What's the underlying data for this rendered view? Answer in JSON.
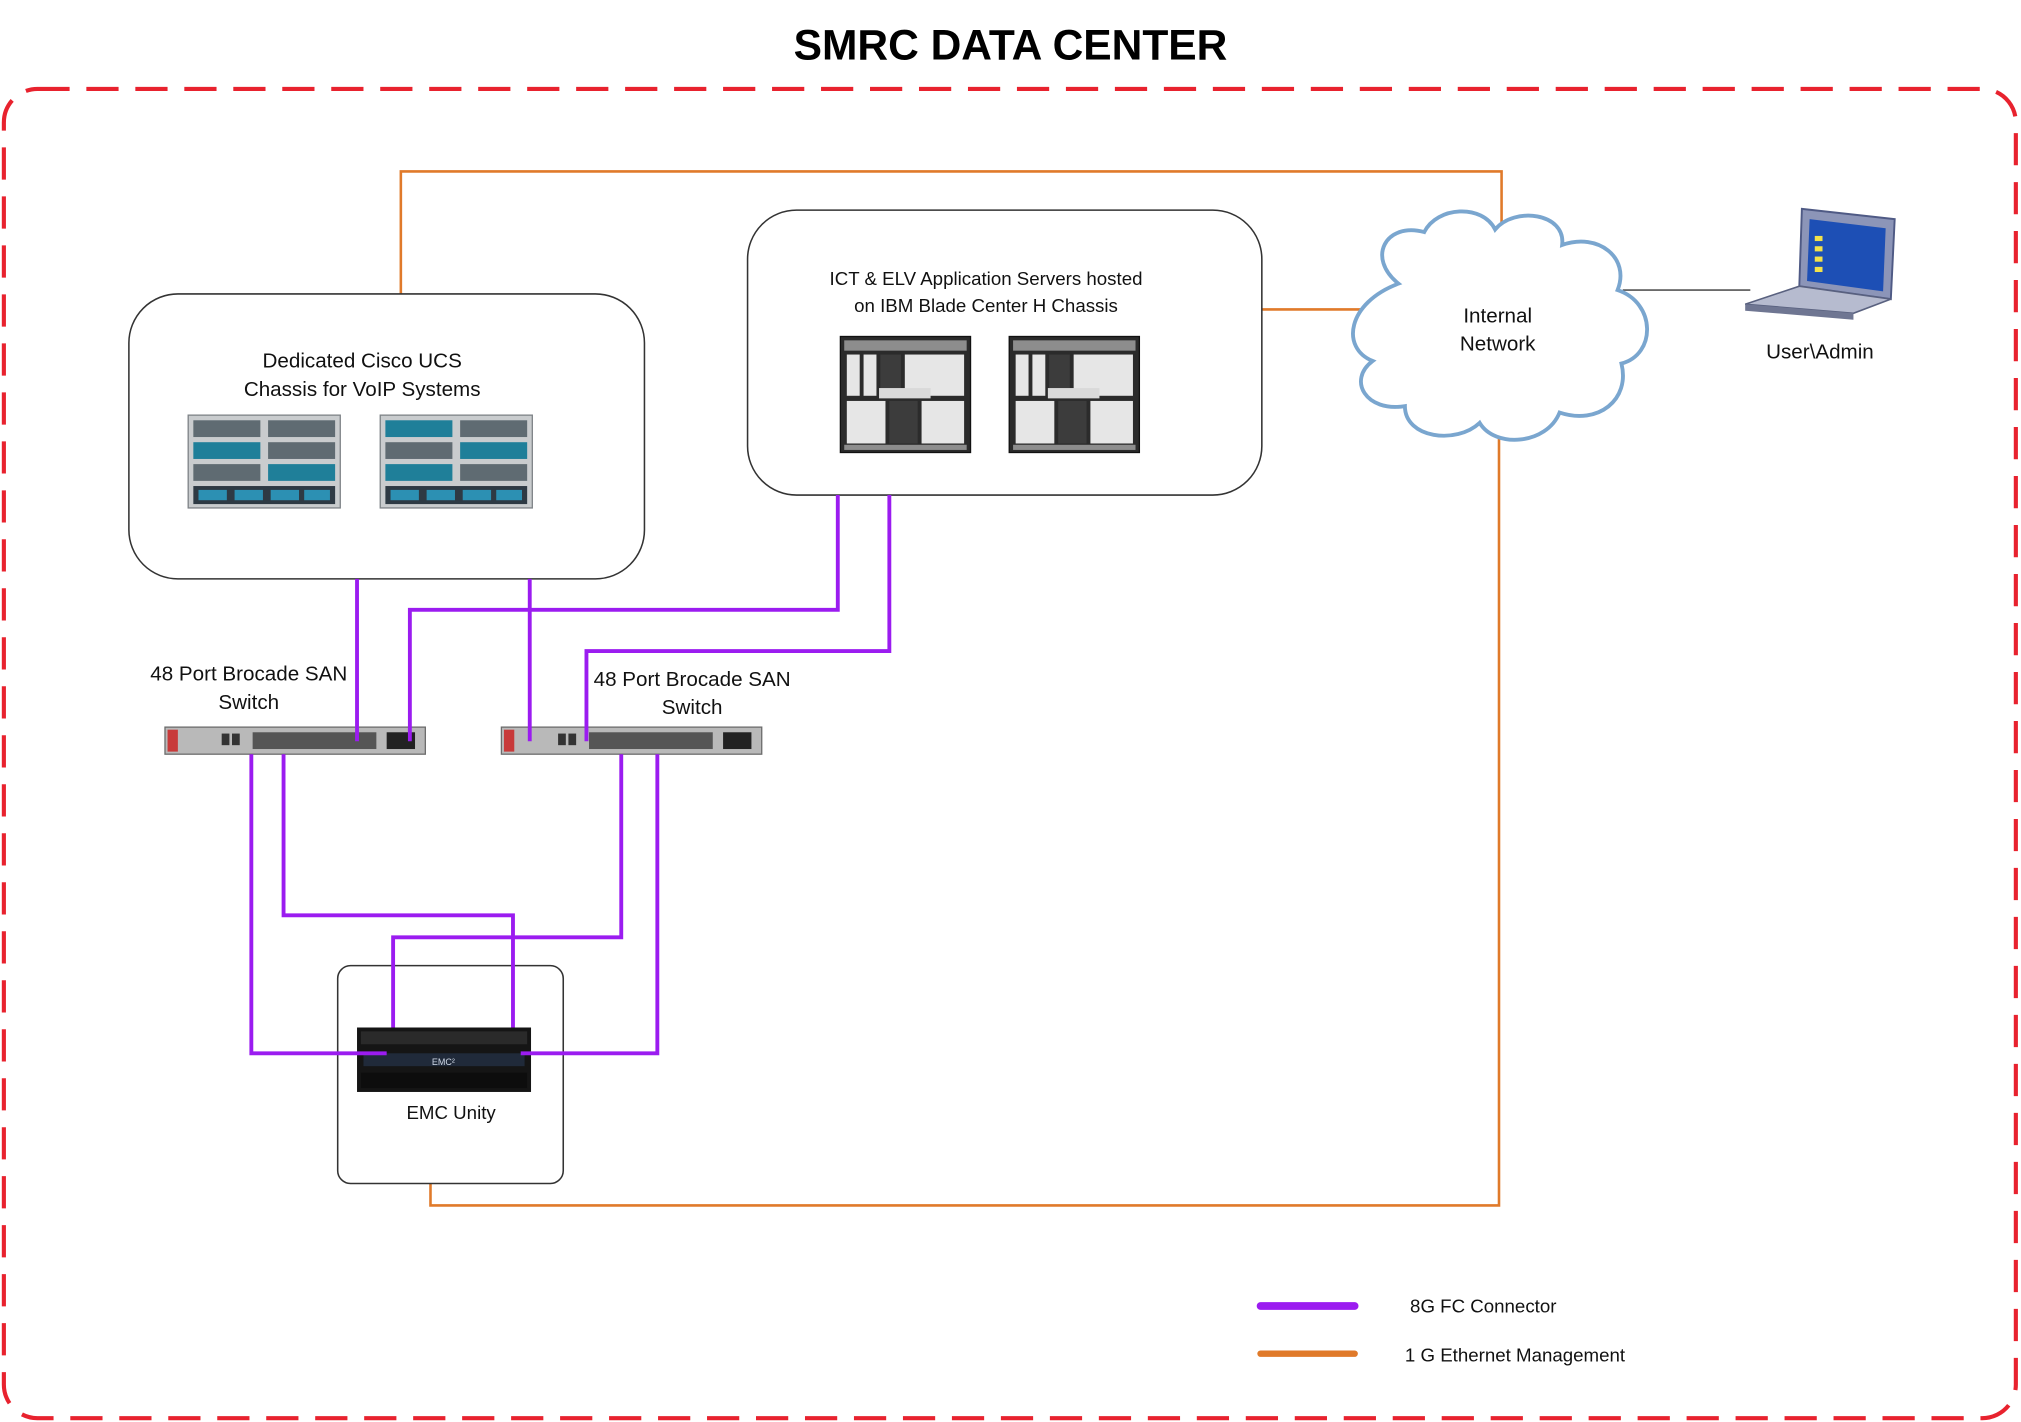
{
  "title": "SMRC DATA CENTER",
  "colors": {
    "boundary": "#e8222e",
    "fc": "#9b1cf0",
    "ethernet": "#e07a2a",
    "cloud": "#7aa6cf",
    "box_border": "#333333"
  },
  "nodes": {
    "cisco": {
      "line1": "Dedicated Cisco UCS",
      "line2": "Chassis for VoIP Systems",
      "icon": "cisco-ucs-chassis-icon"
    },
    "ibm": {
      "line1": "ICT & ELV Application Servers hosted",
      "line2": "on IBM Blade Center H Chassis",
      "icon": "ibm-blade-chassis-icon"
    },
    "network": {
      "line1": "Internal",
      "line2": "Network",
      "icon": "cloud-icon"
    },
    "user": {
      "label": "User\\Admin",
      "icon": "laptop-icon"
    },
    "san1": {
      "line1": "48 Port Brocade SAN",
      "line2": "Switch",
      "icon": "san-switch-icon"
    },
    "san2": {
      "line1": "48 Port Brocade SAN",
      "line2": "Switch",
      "icon": "san-switch-icon"
    },
    "storage": {
      "label": "EMC Unity",
      "icon": "emc-unity-array-icon",
      "badge": "EMC²"
    }
  },
  "legend": {
    "fc_label": "8G FC Connector",
    "eth_label": "1 G Ethernet Management"
  }
}
